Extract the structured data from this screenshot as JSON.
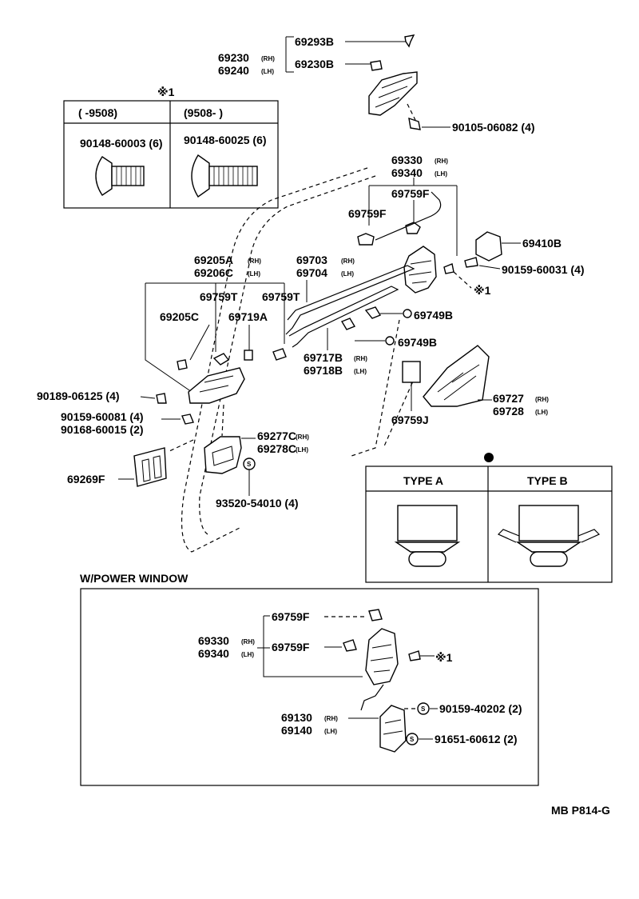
{
  "labels": {
    "p69293B": "69293B",
    "p69230": "69230",
    "p69240": "69240",
    "p69230B": "69230B",
    "p90105": "90105-06082 (4)",
    "star1_head": "※1",
    "col1": "(      -9508)",
    "col2": "(9508-        )",
    "p90148a": "90148-60003 (6)",
    "p90148b": "90148-60025 (6)",
    "p69330": "69330",
    "p69340": "69340",
    "p69759F_a": "69759F",
    "p69759F_b": "69759F",
    "p69410B": "69410B",
    "p90159_31": "90159-60031 (4)",
    "star1_lock": "※1",
    "p69205A": "69205A",
    "p69206C": "69206C",
    "p69703": "69703",
    "p69704": "69704",
    "p69759T_a": "69759T",
    "p69759T_b": "69759T",
    "p69205C": "69205C",
    "p69719A": "69719A",
    "p69749B_a": "69749B",
    "p69749B_b": "69749B",
    "p69717B": "69717B",
    "p69718B": "69718B",
    "p90189": "90189-06125 (4)",
    "p90159_81": "90159-60081 (4)",
    "p90168": "90168-60015 (2)",
    "p69727": "69727",
    "p69728": "69728",
    "p69759J": "69759J",
    "p69277C": "69277C",
    "p69278C": "69278C",
    "p69269F": "69269F",
    "p93520": "93520-54010 (4)",
    "typeA": "TYPE A",
    "typeB": "TYPE B",
    "powerWindow": "W/POWER WINDOW",
    "pw69759F_a": "69759F",
    "pw69330": "69330",
    "pw69340": "69340",
    "pw69759F_b": "69759F",
    "star1_pw": "※1",
    "p69130": "69130",
    "p69140": "69140",
    "p90159_40202": "90159-40202 (2)",
    "p91651": "91651-60612 (2)",
    "footer": "MB  P814-G",
    "rh": "(RH)",
    "lh": "(LH)",
    "s_mark": "S"
  }
}
